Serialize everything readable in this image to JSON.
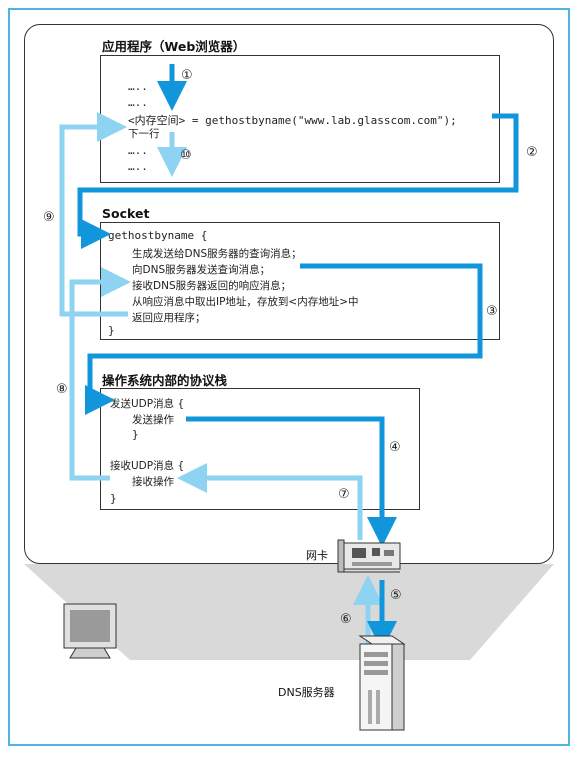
{
  "app_box": {
    "title": "应用程序（Web浏览器）",
    "lines": [
      "…..",
      "…..",
      "<内存空间> = gethostbyname(\"www.lab.glasscom.com\");",
      "下一行",
      "…..",
      "….."
    ]
  },
  "socket_box": {
    "title": "Socket",
    "header": "gethostbyname  {",
    "lines": [
      "生成发送给DNS服务器的查询消息；",
      "向DNS服务器发送查询消息；",
      "接收DNS服务器返回的响应消息；",
      "从响应消息中取出IP地址，存放到<内存地址>中",
      "返回应用程序；"
    ],
    "footer": "}"
  },
  "os_box": {
    "title": "操作系统内部的协议栈",
    "send_header": "发送UDP消息  {",
    "send_body": "发送操作",
    "send_footer": "}",
    "recv_header": "接收UDP消息  {",
    "recv_body": "接收操作",
    "recv_footer": "}"
  },
  "nic_label": "网卡",
  "dns_label": "DNS服务器",
  "step_numbers": [
    "①",
    "②",
    "③",
    "④",
    "⑤",
    "⑥",
    "⑦",
    "⑧",
    "⑨",
    "⑩"
  ],
  "colors": {
    "dark_arrow": "#1296db",
    "light_arrow": "#8ed3f2",
    "frame": "#4fb3e6"
  }
}
